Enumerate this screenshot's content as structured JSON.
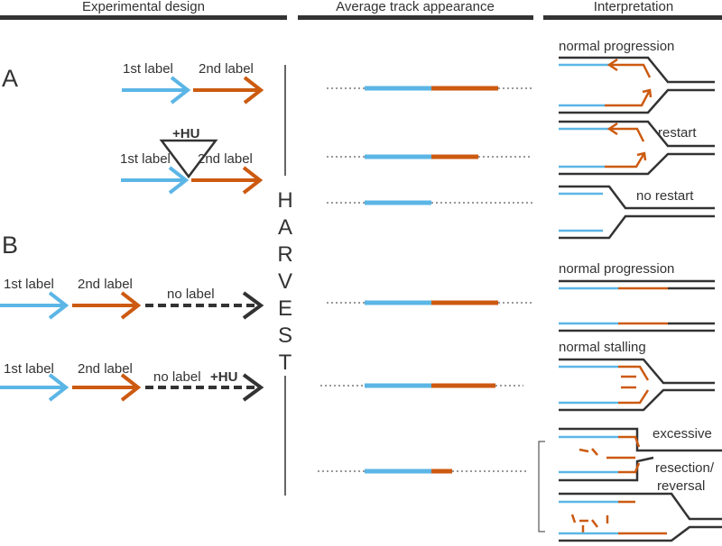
{
  "headers": {
    "design": "Experimental design",
    "tracks": "Average track appearance",
    "interpretation": "Interpretation"
  },
  "sections": {
    "a": "A",
    "b": "B"
  },
  "labels": {
    "first": "1st label",
    "second": "2nd label",
    "none": "no label",
    "hu": "+HU"
  },
  "harvest_letters": [
    "H",
    "A",
    "R",
    "V",
    "E",
    "S",
    "T"
  ],
  "interpretations": {
    "a_normal": "normal progression",
    "a_restart": "restart",
    "a_no_restart": "no restart",
    "b_normal": "normal progression",
    "b_stalling": "normal stalling",
    "b_excessive": "excessive",
    "b_resection": "resection/",
    "b_reversal": "reversal"
  },
  "colors": {
    "first_label": "#5bb6e6",
    "second_label": "#cc5a10",
    "dark": "#333333"
  }
}
